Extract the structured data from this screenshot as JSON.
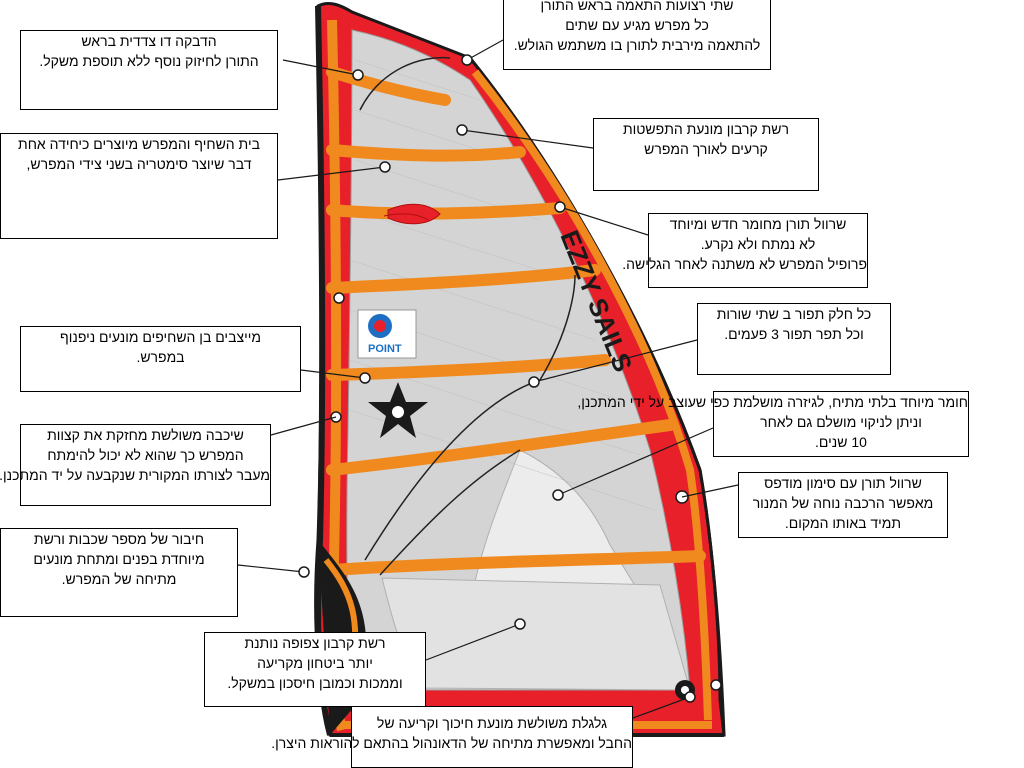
{
  "title": "",
  "brand": {
    "sail_text": "EZZY SAILS",
    "logo_text": "POINT"
  },
  "colors": {
    "sail_red": "#e8202a",
    "batten_orange": "#f08a1e",
    "mesh_gray": "#d4d4d4",
    "window_light": "#e9e9e9",
    "outline_black": "#1a1a1a"
  },
  "callouts": [
    {
      "id": "top-buckles",
      "lines": [
        "שתי רצועות התאמה בראש התורן",
        "כל מפרש מגיע עם שתים",
        "להתאמה מירבית לתורן בו משתמש הגולש."
      ]
    },
    {
      "id": "double-tape-head",
      "lines": [
        "הדבקה דו צדדית בראש",
        "התורן לחיזוק נוסף ללא תוספת משקל."
      ]
    },
    {
      "id": "carbon-mesh",
      "lines": [
        "רשת קרבון מונעת התפשטות",
        "קרעים לאורך המפרש"
      ]
    },
    {
      "id": "batten-pocket",
      "lines": [
        "בית השחיף והמפרש מיוצרים כיחידה אחת",
        "דבר שיוצר סימטריה בשני צידי המפרש,"
      ]
    },
    {
      "id": "new-luff-sleeve",
      "lines": [
        "שרוול תורן מחומר חדש ומיוחד",
        "לא נמתח ולא נקרע.",
        "פרופיל המפרש לא משתנה לאחר הגלישה."
      ]
    },
    {
      "id": "double-stitch",
      "lines": [
        "כל חלק תפור ב שתי שורות",
        "וכל תפר תפור 3 פעמים."
      ]
    },
    {
      "id": "batten-stabilizers",
      "lines": [
        "מייצבים בן השחיפים מונעים ניפנוף",
        "במפרש."
      ]
    },
    {
      "id": "monofilm",
      "lines": [
        "חומר מיוחד בלתי מתיח, לגיזרה מושלמת כפי שעוצב על ידי המתכנן,",
        "וניתן לניקוי מושלם גם לאחר",
        "10 שנים."
      ]
    },
    {
      "id": "triangle-layer",
      "lines": [
        "שיכבה משולשת  מחזקת את קצוות",
        "המפרש כך שהוא לא יכול  להימתח",
        "מעבר לצורתו המקורית שנקבעה על יד המתכנן."
      ]
    },
    {
      "id": "printed-luff",
      "lines": [
        "שרוול תורן עם סימון מודפס",
        "מאפשר הרכבה נוחה של המנור",
        "תמיד באותו המקום."
      ]
    },
    {
      "id": "multi-layer",
      "lines": [
        "חיבור של מספר שכבות ורשת",
        "מיוחדת בפנים ומתחת  מונעים",
        "מתיחה של המפרש."
      ]
    },
    {
      "id": "dense-carbon",
      "lines": [
        "רשת קרבון צפופה נותנת",
        "יותר ביטחון מקריעה",
        "וממכות וכמובן חיסכון במשקל."
      ]
    },
    {
      "id": "tack-pulley",
      "lines": [
        "גלגלת משולשת מונעת חיכוך וקריעה של",
        "החבל ומאפשרת מתיחה של הדאונהול בהתאם להוראות היצרן."
      ]
    }
  ]
}
